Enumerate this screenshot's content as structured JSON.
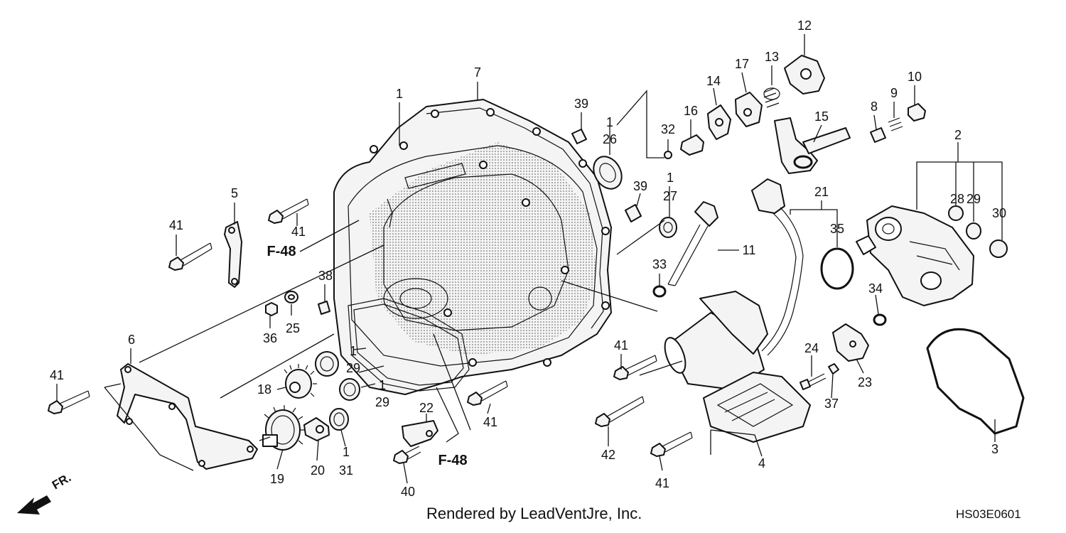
{
  "diagram": {
    "callouts": {
      "c1a": "1",
      "c1b": "1",
      "c1c": "1",
      "c1d": "1",
      "c1e": "1",
      "c1f": "1",
      "c2": "2",
      "c3": "3",
      "c4": "4",
      "c5": "5",
      "c6": "6",
      "c7": "7",
      "c8": "8",
      "c9": "9",
      "c10": "10",
      "c11": "11",
      "c12": "12",
      "c13": "13",
      "c14": "14",
      "c15": "15",
      "c16": "16",
      "c17": "17",
      "c18": "18",
      "c19": "19",
      "c20": "20",
      "c21": "21",
      "c22": "22",
      "c23": "23",
      "c24": "24",
      "c25": "25",
      "c26": "26",
      "c27": "27",
      "c28": "28",
      "c29a": "29",
      "c29b": "29",
      "c29c": "29",
      "c30": "30",
      "c31": "31",
      "c32": "32",
      "c33": "33",
      "c34": "34",
      "c35": "35",
      "c36": "36",
      "c37": "37",
      "c38": "38",
      "c39a": "39",
      "c39b": "39",
      "c40": "40",
      "c41a": "41",
      "c41b": "41",
      "c41c": "41",
      "c41d": "41",
      "c41e": "41",
      "c41f": "41",
      "c42": "42"
    },
    "refs": {
      "ref1": "F-48",
      "ref2": "F-48"
    },
    "direction": "FR.",
    "credit": "Rendered by LeadVentJre, Inc.",
    "code": "HS03E0601"
  }
}
